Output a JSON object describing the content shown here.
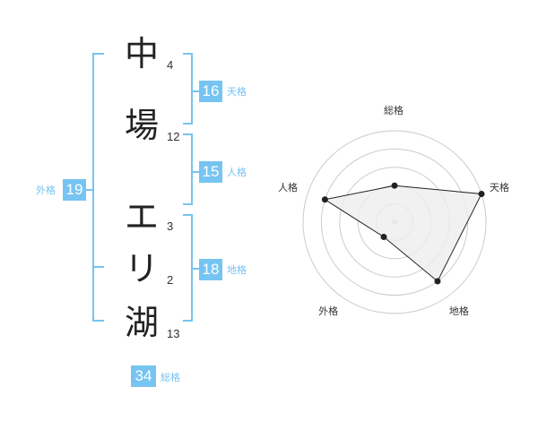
{
  "name": {
    "characters": [
      {
        "char": "中",
        "strokes": "4"
      },
      {
        "char": "場",
        "strokes": "12"
      },
      {
        "char": "エ",
        "strokes": "3"
      },
      {
        "char": "リ",
        "strokes": "2"
      },
      {
        "char": "湖",
        "strokes": "13"
      }
    ]
  },
  "scores": {
    "tenkaku": {
      "value": "16",
      "label": "天格"
    },
    "jinkaku": {
      "value": "15",
      "label": "人格"
    },
    "chikaku": {
      "value": "18",
      "label": "地格"
    },
    "gaikaku": {
      "value": "19",
      "label": "外格"
    },
    "soukaku": {
      "value": "34",
      "label": "総格"
    }
  },
  "radar": {
    "axes": [
      "総格",
      "天格",
      "地格",
      "外格",
      "人格"
    ],
    "levels": 5,
    "values": [
      2,
      5,
      4,
      1,
      4
    ],
    "max": 5,
    "colors": {
      "fill": "#eeeeee",
      "stroke": "#222222",
      "grid": "#cccccc",
      "bracket": "#76c4f2"
    }
  }
}
